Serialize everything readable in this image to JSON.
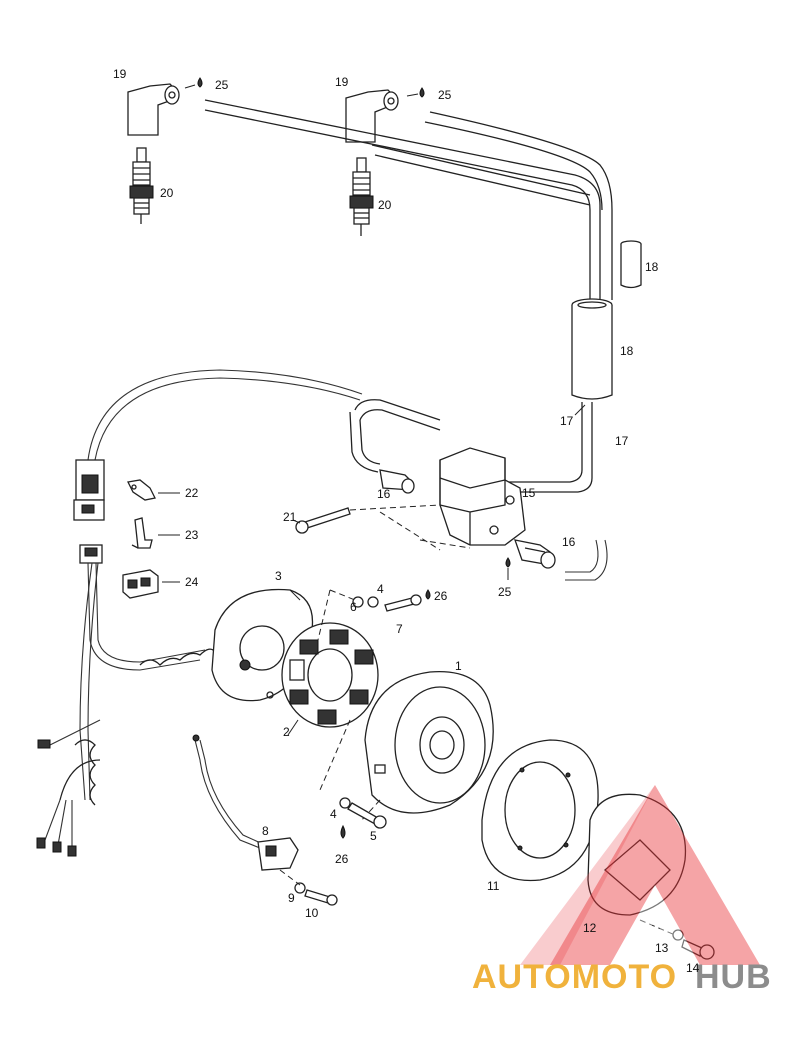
{
  "labels": [
    {
      "id": "19a",
      "text": "19"
    },
    {
      "id": "25a",
      "text": "25"
    },
    {
      "id": "20a",
      "text": "20"
    },
    {
      "id": "19b",
      "text": "19"
    },
    {
      "id": "25b",
      "text": "25"
    },
    {
      "id": "20b",
      "text": "20"
    },
    {
      "id": "18a",
      "text": "18"
    },
    {
      "id": "18b",
      "text": "18"
    },
    {
      "id": "17a",
      "text": "17"
    },
    {
      "id": "17b",
      "text": "17"
    },
    {
      "id": "16a",
      "text": "16"
    },
    {
      "id": "15",
      "text": "15"
    },
    {
      "id": "21",
      "text": "21"
    },
    {
      "id": "16b",
      "text": "16"
    },
    {
      "id": "25c",
      "text": "25"
    },
    {
      "id": "22",
      "text": "22"
    },
    {
      "id": "23",
      "text": "23"
    },
    {
      "id": "24",
      "text": "24"
    },
    {
      "id": "3",
      "text": "3"
    },
    {
      "id": "6",
      "text": "6"
    },
    {
      "id": "4a",
      "text": "4"
    },
    {
      "id": "26a",
      "text": "26"
    },
    {
      "id": "7",
      "text": "7"
    },
    {
      "id": "1",
      "text": "1"
    },
    {
      "id": "2",
      "text": "2"
    },
    {
      "id": "4b",
      "text": "4"
    },
    {
      "id": "5",
      "text": "5"
    },
    {
      "id": "26b",
      "text": "26"
    },
    {
      "id": "8",
      "text": "8"
    },
    {
      "id": "9",
      "text": "9"
    },
    {
      "id": "10",
      "text": "10"
    },
    {
      "id": "11",
      "text": "11"
    },
    {
      "id": "12",
      "text": "12"
    },
    {
      "id": "13",
      "text": "13"
    },
    {
      "id": "14",
      "text": "14"
    }
  ],
  "watermark": {
    "part1": "AUTOMOTO",
    "part2": "HUB",
    "color_primary": "#f0b23c",
    "color_secondary": "#8c8c8c",
    "triangle_color": "#e8353a"
  }
}
